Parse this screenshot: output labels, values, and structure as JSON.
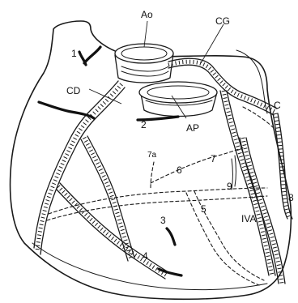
{
  "labels": {
    "ao": "Ao",
    "cg": "CG",
    "cd": "CD",
    "ap": "AP",
    "c": "C",
    "ivа": "IVA",
    "n1": "1",
    "n2": "2",
    "n3": "3",
    "n4": "4",
    "n5": "5",
    "n6": "6",
    "n7": "7",
    "n7a": "7a",
    "n8": "8",
    "n9": "9"
  }
}
